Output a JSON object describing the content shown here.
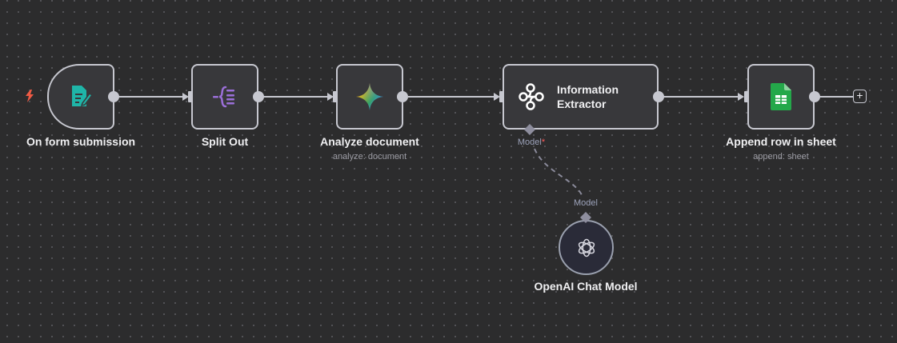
{
  "workflow": {
    "nodes": [
      {
        "id": "form",
        "title": "On form submission",
        "subtitle": "",
        "icon": "form-document-edit-icon",
        "icon_color": "#1fb5a8",
        "is_trigger": true
      },
      {
        "id": "split",
        "title": "Split Out",
        "subtitle": "",
        "icon": "split-out-icon",
        "icon_color": "#9b6fd9"
      },
      {
        "id": "analyze",
        "title": "Analyze document",
        "subtitle": "analyze: document",
        "icon": "gemini-sparkle-icon"
      },
      {
        "id": "extractor",
        "title_line1": "Information",
        "title_line2": "Extractor",
        "icon": "extractor-branch-icon",
        "icon_color": "#ffffff",
        "handle_label": "Model",
        "handle_required_mark": "*"
      },
      {
        "id": "sheet",
        "title": "Append row in sheet",
        "subtitle": "append: sheet",
        "icon": "google-sheets-icon",
        "icon_color": "#24a84a"
      },
      {
        "id": "openai",
        "title": "OpenAI Chat Model",
        "icon": "openai-icon",
        "handle_label": "Model"
      }
    ],
    "add_node_button": "+",
    "trigger_icon": "lightning-bolt-icon",
    "colors": {
      "background": "#2c2c2d",
      "node_fill": "#38383b",
      "node_border": "#c7c8d0",
      "trigger_bolt": "#ef5a44",
      "required": "#ff5a5a"
    }
  }
}
